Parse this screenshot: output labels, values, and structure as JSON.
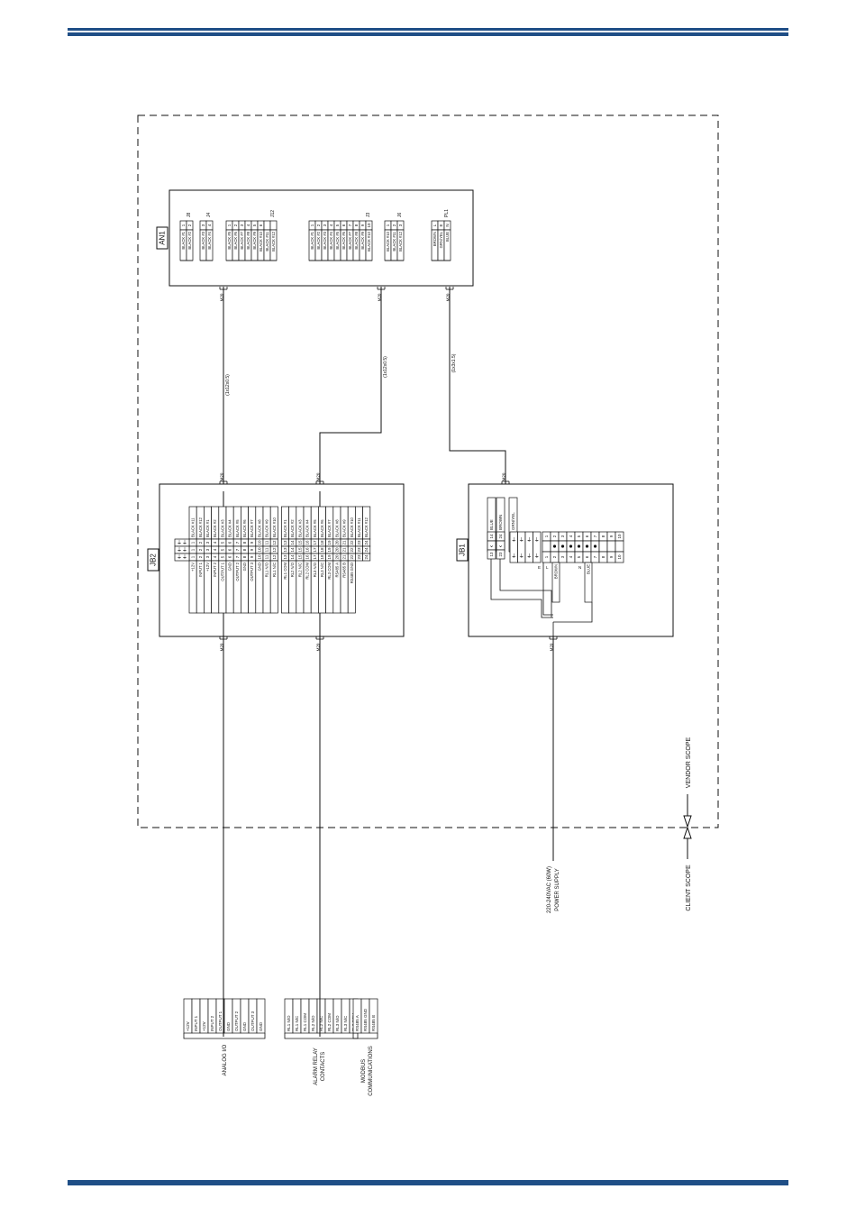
{
  "colors": {
    "band": "#1f4e86",
    "line": "#111111",
    "paper": "#ffffff"
  },
  "an1": {
    "label": "AN1",
    "j8": {
      "header": "J8",
      "wires": [
        "BLACK #1",
        "BLACK #2"
      ],
      "pins": [
        "1",
        "2"
      ]
    },
    "j4": {
      "header": "J4",
      "wires": [
        "BLACK #3",
        "BLACK #4"
      ],
      "pins": [
        "3",
        "4"
      ]
    },
    "j12": {
      "header": "J12",
      "wires": [
        "BLACK #5",
        "BLACK #6",
        "BLACK #7",
        "BLACK #8",
        "BLACK #9",
        "BLACK #10",
        "BLACK #11",
        "BLACK #12"
      ],
      "pins": [
        "1",
        "2",
        "3",
        "4",
        "5",
        "6",
        "",
        ""
      ]
    },
    "j3": {
      "header": "J3",
      "wires": [
        "BLACK #1",
        "BLACK #2",
        "BLACK #3",
        "BLACK #4",
        "BLACK #5",
        "BLACK #6",
        "BLACK #7",
        "BLACK #8",
        "BLACK #9",
        "BLACK #10"
      ],
      "pins": [
        "1",
        "2",
        "3",
        "4",
        "5",
        "6",
        "7",
        "8",
        "9",
        "10"
      ]
    },
    "j6": {
      "header": "J6",
      "wires": [
        "BLACK #10",
        "BLACK #11",
        "BLACK #12"
      ],
      "pins": [
        "1",
        "2",
        "3"
      ]
    },
    "pl1": {
      "header": "PL1",
      "wires": [
        "BROWN",
        "GRN/YEL",
        "BLUE"
      ],
      "pins": [
        "L",
        "E",
        "N"
      ]
    },
    "glands": [
      "M20",
      "M20",
      "M20"
    ]
  },
  "cables": {
    "c1": "(1x12x0.5)",
    "c2": "(1x12x0.5)",
    "c3": "(1x3x1.5)"
  },
  "jb2": {
    "label": "JB2",
    "glands_top": [
      "M20",
      "M20"
    ],
    "glands_bottom": [
      "M20",
      "M20"
    ],
    "wires_top": [
      "BLACK #11",
      "BLACK #12",
      "BLACK #1",
      "BLACK #2",
      "BLACK #3",
      "BLACK #4",
      "BLACK #5",
      "BLACK #6",
      "BLACK #7",
      "BLACK #8",
      "BLACK #9",
      "BLACK #10",
      "BLACK #1",
      "BLACK #2",
      "BLACK #3",
      "BLACK #4",
      "BLACK #5",
      "BLACK #6",
      "BLACK #7",
      "BLACK #8",
      "BLACK #9",
      "BLACK #10",
      "BLACK #11",
      "BLACK #12"
    ],
    "terminals": [
      "1",
      "2",
      "3",
      "4",
      "5",
      "6",
      "7",
      "8",
      "9",
      "10",
      "11",
      "12",
      "13",
      "14",
      "15",
      "16",
      "17",
      "18",
      "19",
      "20",
      "21",
      "22",
      "23",
      "24"
    ],
    "wires_bottom": [
      "+12V",
      "INPUT 1",
      "+12V",
      "INPUT 2",
      "OUTPUT 1",
      "GND",
      "OUTPUT 2",
      "GND",
      "OUTPUT 3",
      "GND",
      "RL1 N/O",
      "RL1 N/C",
      "RL1 COM",
      "RL2 N/O",
      "RL2 N/C",
      "RL2 COM",
      "RL3 N/O",
      "RL3 N/C",
      "RL3 COM",
      "RS485 A",
      "RS485 B",
      "RS485 GND",
      "",
      ""
    ]
  },
  "jb1": {
    "label": "JB1",
    "gland_top": "M20",
    "gland_bottom": "M20",
    "incoming": [
      "BLUE",
      "BROWN",
      "GRN/YEL"
    ],
    "term_left": [
      "13",
      "23"
    ],
    "term_right": [
      "14",
      "24"
    ],
    "term_row1": [
      "1",
      "2",
      "3",
      "4",
      "5",
      "6",
      "7",
      "8",
      "9",
      "10"
    ],
    "term_row2": [
      "1",
      "2",
      "3",
      "4",
      "5",
      "6",
      "7",
      "8",
      "9",
      "10"
    ],
    "out_labels": [
      "E",
      "L",
      "BROWN",
      "N",
      "BLUE"
    ]
  },
  "supply": {
    "line1": "220-240VAC (60W)",
    "line2": "POWER SUPPLY"
  },
  "scope": {
    "vendor": "VENDOR SCOPE",
    "client": "CLIENT SCOPE"
  },
  "client": {
    "analog": {
      "items": [
        "+12V",
        "INPUT 1",
        "+12V",
        "INPUT 2",
        "OUTPUT 1",
        "GND",
        "OUTPUT 2",
        "GND",
        "OUTPUT 3",
        "GND"
      ],
      "label": "ANALOG I/O"
    },
    "alarm": {
      "items": [
        "RL1 N/O",
        "RL1 N/C",
        "RL1 COM",
        "RL2 N/O",
        "RL2 N/C",
        "RL2 COM",
        "RL3 N/O",
        "RL3 N/C",
        "RL3 COM"
      ],
      "label1": "ALARM RELAY",
      "label2": "CONTACTS"
    },
    "modbus": {
      "items": [
        "RS485 A",
        "RS485 GND",
        "RS485 B"
      ],
      "label1": "MODBUS",
      "label2": "COMMUNICATIONS"
    }
  }
}
